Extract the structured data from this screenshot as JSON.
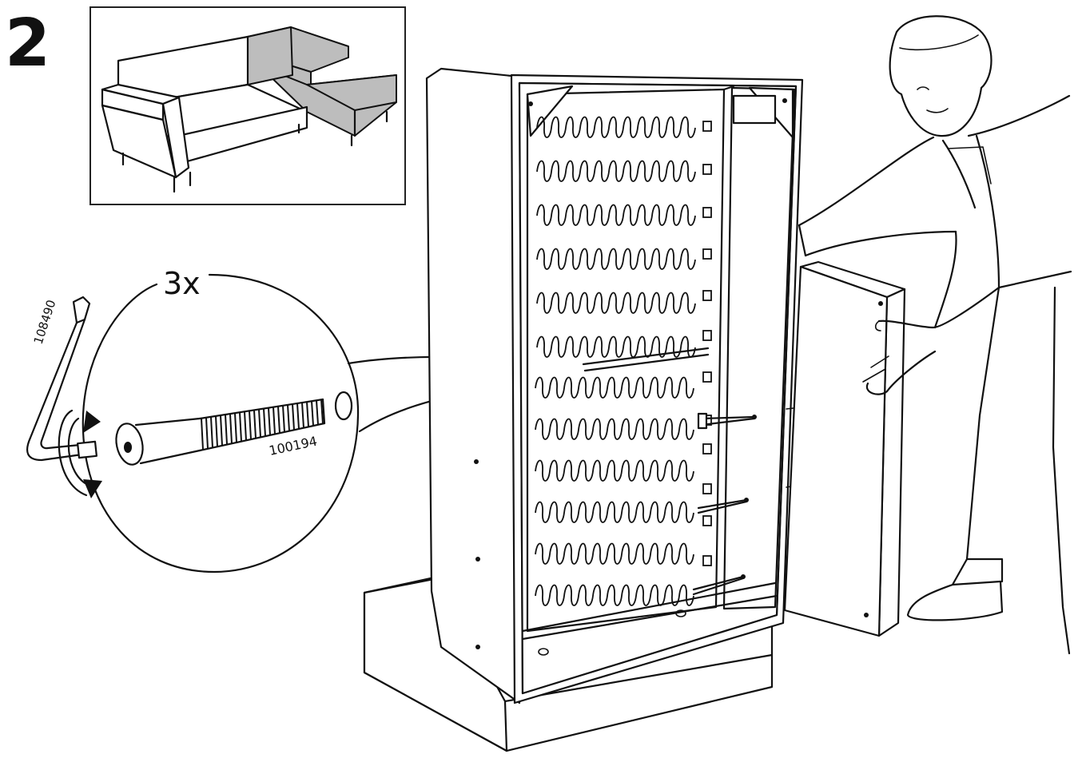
{
  "step": {
    "number": "2"
  },
  "detail": {
    "quantity": "3x",
    "allen_key_part": "108490",
    "bolt_part": "100194"
  },
  "icons": {
    "overview": "corner-sofa-icon",
    "rotation": "clockwise-rotation-arrow-icon",
    "key": "allen-key-icon",
    "bolt": "bolt-icon",
    "washer": "washer-icon",
    "person": "person-icon"
  },
  "colors": {
    "line": "#111111",
    "highlight": "#bdbdbd",
    "background": "#ffffff"
  },
  "springs": {
    "upper_rows": 6,
    "lower_rows": 6
  }
}
